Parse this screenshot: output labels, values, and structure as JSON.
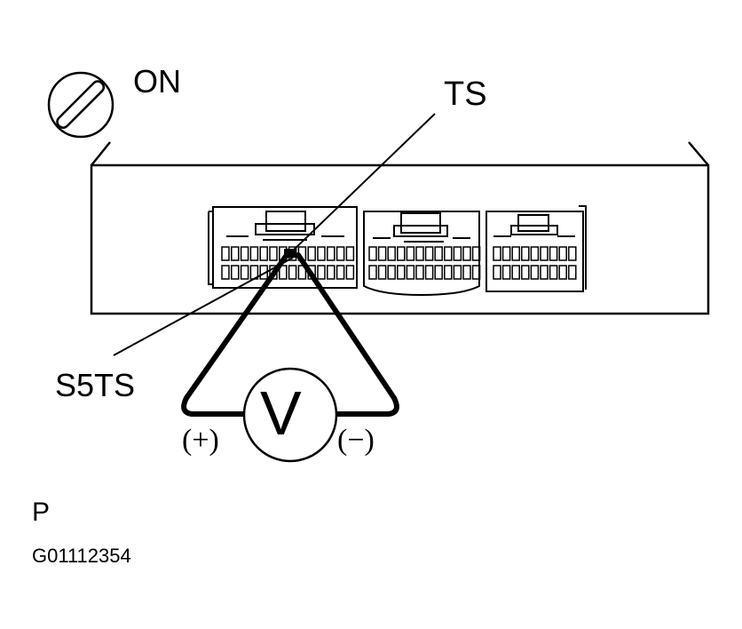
{
  "ignition": {
    "state_label": "ON",
    "icon": "ignition-switch-icon"
  },
  "terminals": {
    "ts_label": "TS",
    "s5ts_label": "S5TS"
  },
  "voltmeter": {
    "symbol": "V",
    "positive_label": "(+)",
    "negative_label": "(−)"
  },
  "footer": {
    "letter": "P",
    "figure_code": "G01112354"
  }
}
